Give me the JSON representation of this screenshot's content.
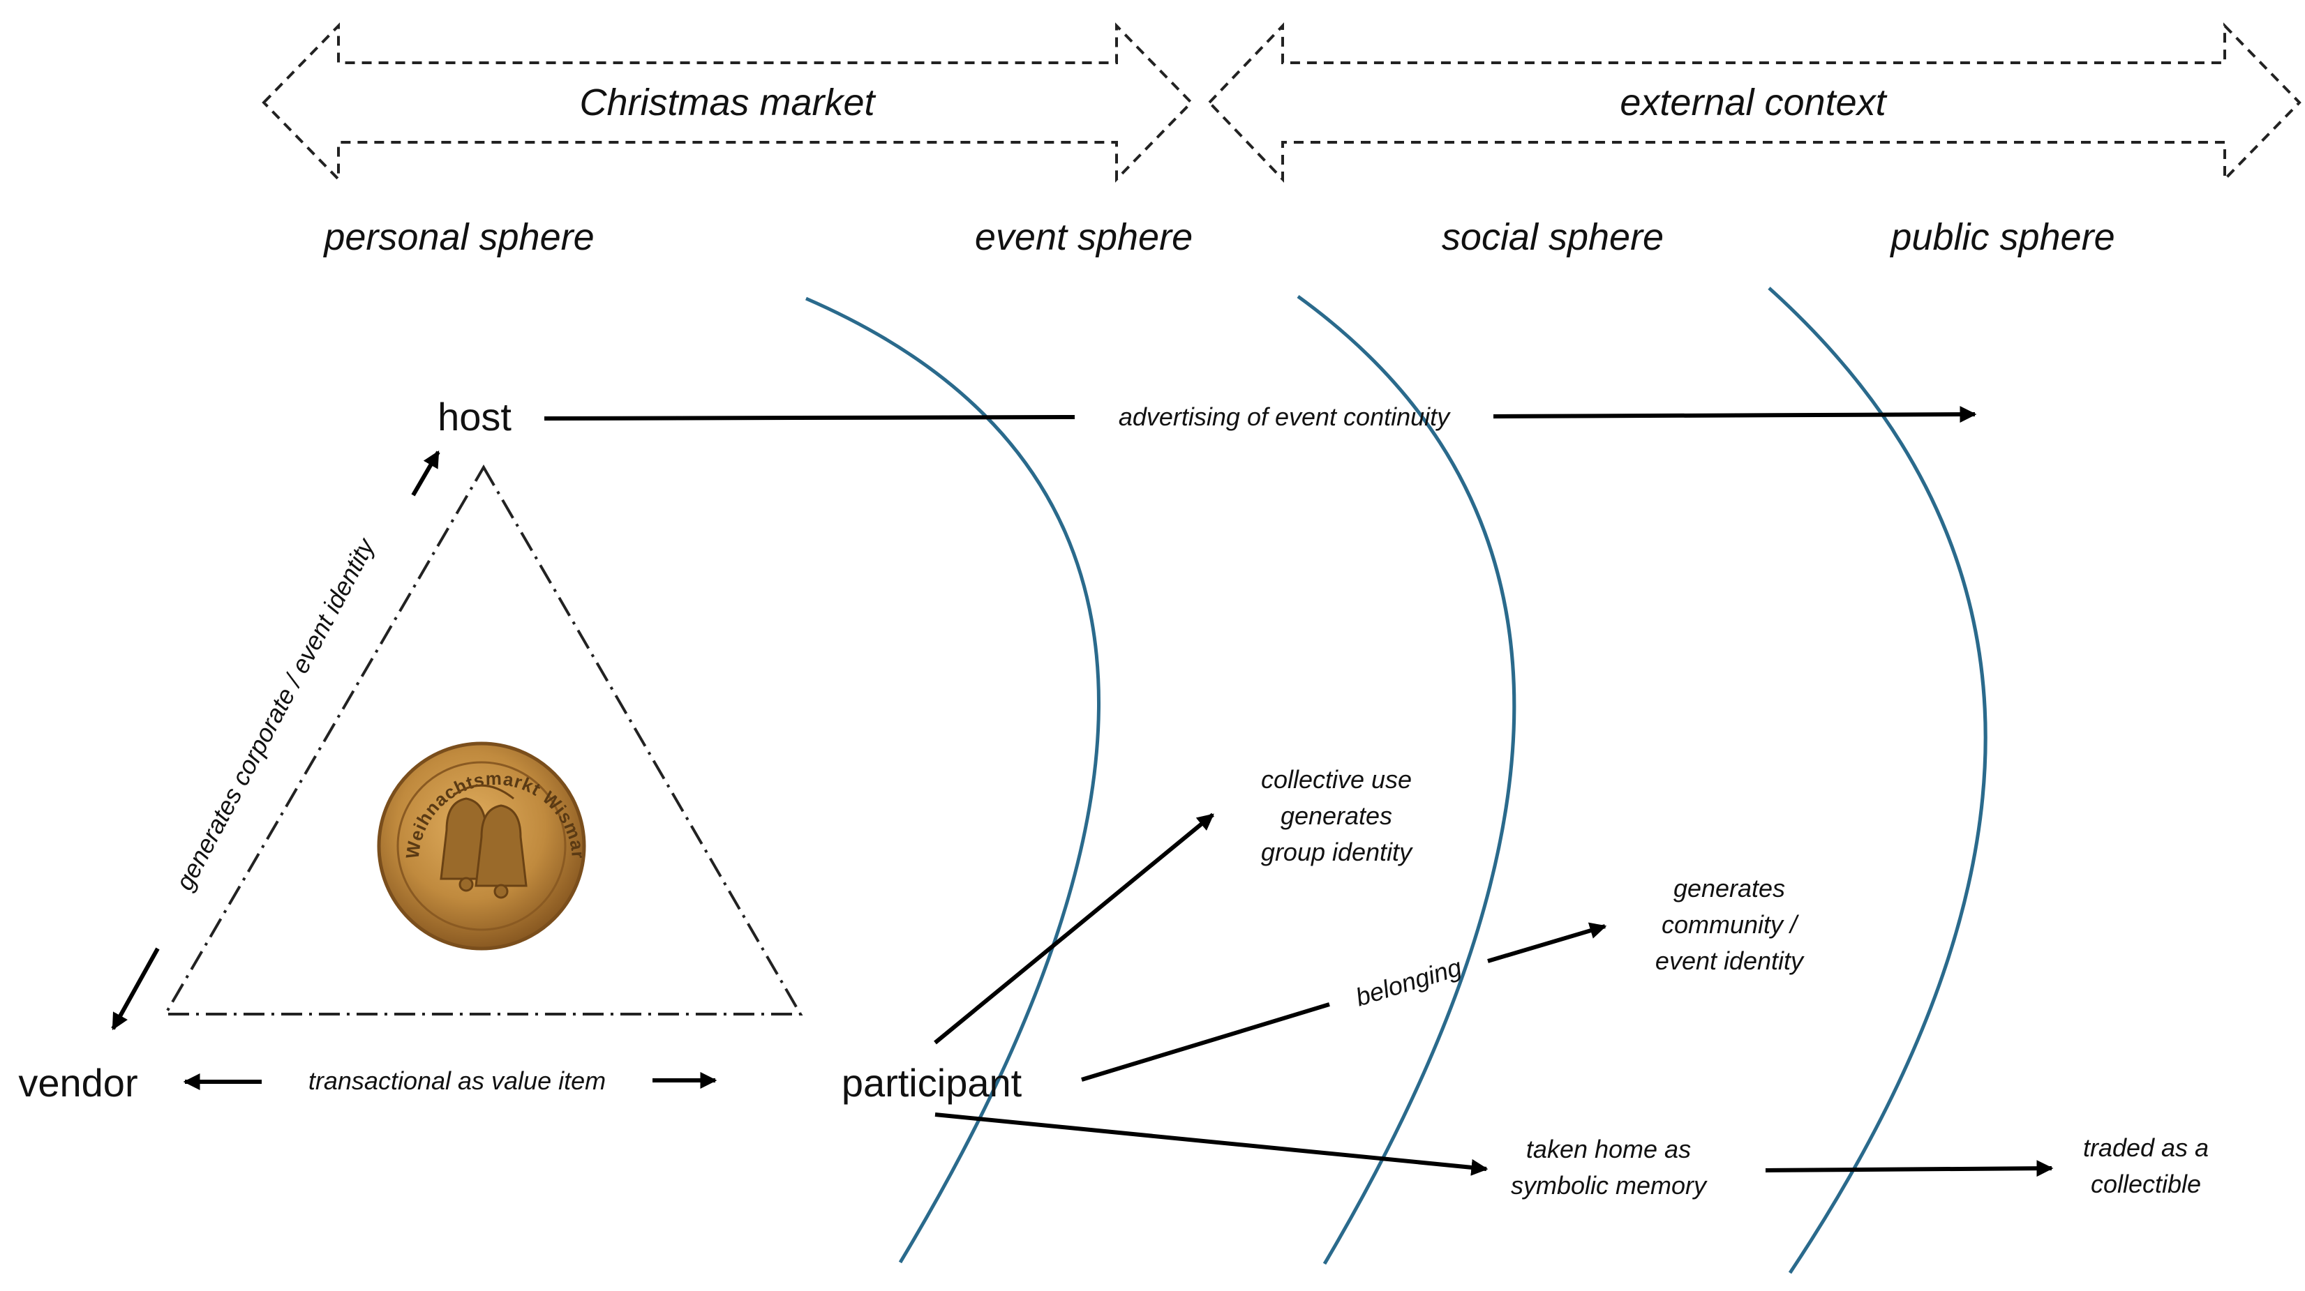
{
  "top_arrows": {
    "christmas_market": "Christmas market",
    "external_context": "external context"
  },
  "spheres": {
    "personal": "personal sphere",
    "event": "event sphere",
    "social": "social sphere",
    "public": "public sphere"
  },
  "actors": {
    "host": "host",
    "vendor": "vendor",
    "participant": "participant"
  },
  "labels": {
    "advertising": "advertising of event continuity",
    "corporate_identity": "generates corporate / event identity",
    "transactional": "transactional as value item",
    "collective": [
      "collective use",
      "generates",
      "group identity"
    ],
    "belonging": "belonging",
    "community": [
      "generates",
      "community /",
      "event identity"
    ],
    "taken_home": [
      "taken home as",
      "symbolic memory"
    ],
    "traded": [
      "traded as a",
      "collectible"
    ]
  },
  "coin": {
    "inscription": "Weihnachtsmarkt Wismar",
    "icon": "bells-icon"
  },
  "colors": {
    "sphere_arc": "#2a6a8c",
    "arrow": "#000000",
    "coin_gold": "#c08a3e"
  }
}
